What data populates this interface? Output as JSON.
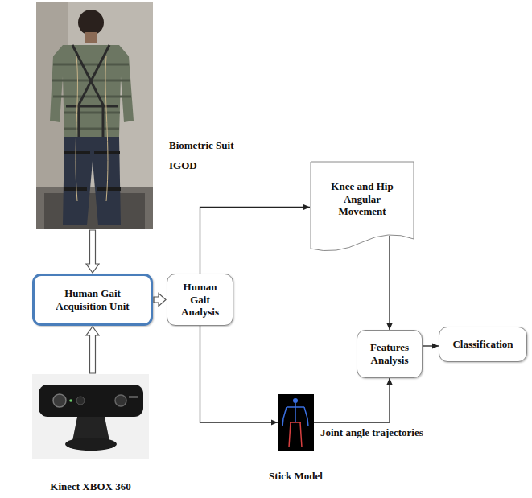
{
  "diagram": {
    "nodes": [
      {
        "text": [
          "Biometric Suit",
          "IGOD"
        ]
      },
      {
        "text": [
          "Knee and Hip Angular Movement"
        ]
      },
      {
        "text": [
          "Human Gait Acquisition Unit"
        ]
      },
      {
        "text": [
          "Human Gait Analysis"
        ]
      },
      {
        "text": [
          "Features Analysis"
        ]
      },
      {
        "text": [
          "Classification"
        ]
      },
      {
        "text": [
          "Stick Model"
        ]
      },
      {
        "text": [
          "Kinect XBOX 360"
        ]
      }
    ],
    "edges": [
      {
        "from": 0,
        "to": 2,
        "arrow": "to"
      },
      {
        "from": 7,
        "to": 2,
        "arrow": "to"
      },
      {
        "from": 2,
        "to": 3,
        "arrow": "to"
      },
      {
        "from": 3,
        "to": 1,
        "arrow": "to"
      },
      {
        "from": 3,
        "to": 6,
        "arrow": "to"
      },
      {
        "from": 1,
        "to": 4,
        "arrow": "to"
      },
      {
        "from": 6,
        "to": 4,
        "arrow": "to",
        "label": "Joint angle trajectories"
      },
      {
        "from": 4,
        "to": 5,
        "arrow": "to"
      }
    ]
  }
}
